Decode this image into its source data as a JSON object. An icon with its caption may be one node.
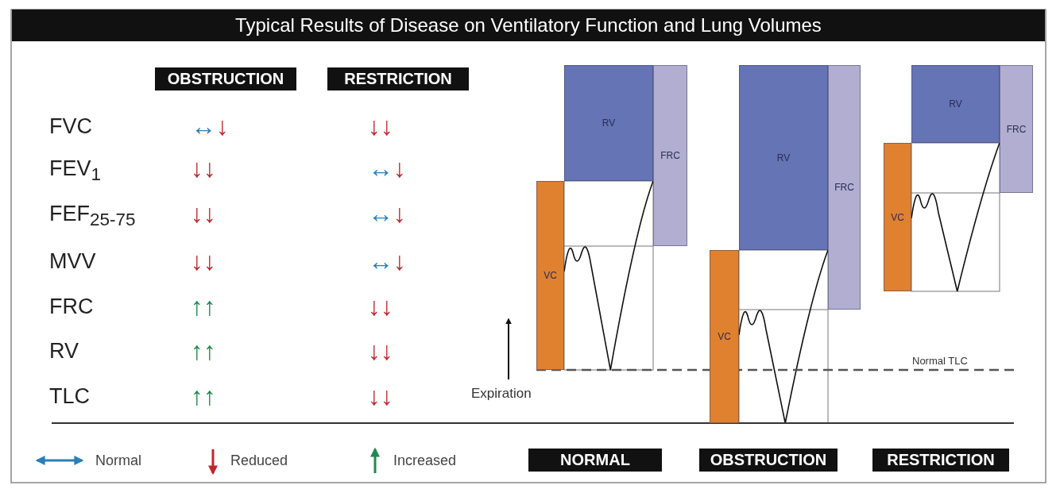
{
  "diagram": {
    "title": "Typical Results of Disease on Ventilatory Function and Lung Volumes",
    "nodes": [
      {
        "text": [
          "OBSTRUCTION"
        ]
      },
      {
        "text": [
          "RESTRICTION"
        ]
      },
      {
        "text": [
          "RV"
        ]
      },
      {
        "text": [
          "FRC"
        ]
      },
      {
        "text": [
          "VC"
        ]
      },
      {
        "text": [
          "RV"
        ]
      },
      {
        "text": [
          "FRC"
        ]
      },
      {
        "text": [
          "VC"
        ]
      },
      {
        "text": [
          "RV"
        ]
      },
      {
        "text": [
          "FRC"
        ]
      },
      {
        "text": [
          "VC"
        ]
      },
      {
        "text": [
          "NORMAL"
        ]
      },
      {
        "text": [
          "OBSTRUCTION"
        ]
      },
      {
        "text": [
          "RESTRICTION"
        ]
      }
    ],
    "labels": [
      "FVC",
      "↔↓",
      "↓↓",
      "FEV$_{1}$",
      "↓↓",
      "↔↓",
      "FEF$_{25-75}$",
      "↓↓",
      "↔↓",
      "MVV",
      "↓↓",
      "↔↓",
      "FRC",
      "↑↑",
      "↓↓",
      "RV",
      "↑↑",
      "↓↓",
      "TLC",
      "↑↑",
      "↓↓",
      "Normal TLC",
      "Expiration"
    ],
    "legend": [
      {
        "text": "Normal"
      },
      {
        "text": "Reduced"
      },
      {
        "text": "Increased"
      }
    ]
  }
}
